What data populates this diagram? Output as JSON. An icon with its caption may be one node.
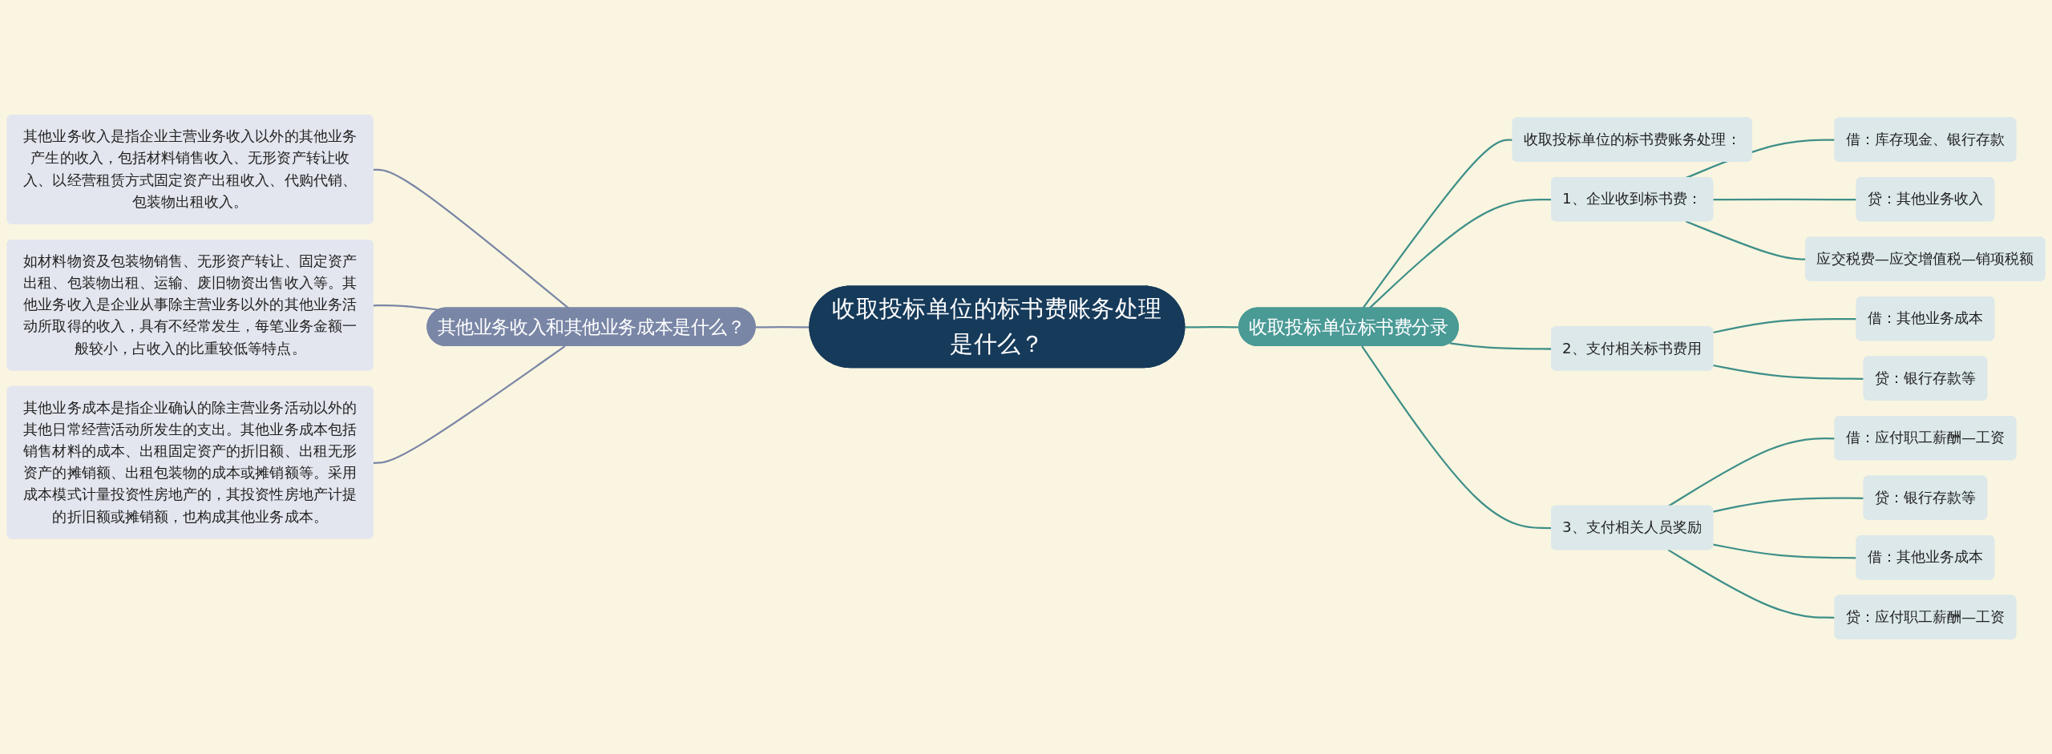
{
  "diagram": {
    "nodes": [
      {
        "text": [
          "收取投标单位的标书费账务处理是什么？"
        ]
      },
      {
        "text": [
          "其他业务收入和其他业务成本是什么？"
        ]
      },
      {
        "text": [
          "其他业务收入是指企业主营业务收入以外的其他业务产生的收入，包括材料销售收入、无形资产转让收入、以经营租赁方式固定资产出租收入、代购代销、包装物出租收入。"
        ]
      },
      {
        "text": [
          "如材料物资及包装物销售、无形资产转让、固定资产出租、包装物出租、运输、废旧物资出售收入等。其他业务收入是企业从事除主营业务以外的其他业务活动所取得的收入，具有不经常发生，每笔业务金额一般较小，占收入的比重较低等特点。"
        ]
      },
      {
        "text": [
          "其他业务成本是指企业确认的除主营业务活动以外的其他日常经营活动所发生的支出。其他业务成本包括销售材料的成本、出租固定资产的折旧额、出租无形资产的摊销额、出租包装物的成本或摊销额等。采用成本模式计量投资性房地产的，其投资性房地产计提的折旧额或摊销额，也构成其他业务成本。"
        ]
      },
      {
        "text": [
          "收取投标单位标书费分录"
        ]
      },
      {
        "text": [
          "收取投标单位的标书费账务处理："
        ]
      },
      {
        "text": [
          "1、企业收到标书费："
        ]
      },
      {
        "text": [
          "借：库存现金、银行存款"
        ]
      },
      {
        "text": [
          "贷：其他业务收入"
        ]
      },
      {
        "text": [
          "应交税费—应交增值税—销项税额"
        ]
      },
      {
        "text": [
          "2、支付相关标书费用"
        ]
      },
      {
        "text": [
          "借：其他业务成本"
        ]
      },
      {
        "text": [
          "贷：银行存款等"
        ]
      },
      {
        "text": [
          "3、支付相关人员奖励"
        ]
      },
      {
        "text": [
          "借：应付职工薪酬—工资"
        ]
      },
      {
        "text": [
          "贷：银行存款等"
        ]
      },
      {
        "text": [
          "借：其他业务成本"
        ]
      },
      {
        "text": [
          "贷：应付职工薪酬—工资"
        ]
      }
    ],
    "edges": [
      {
        "from": 1,
        "to": 0,
        "arrow": "none",
        "color": "#7a86a6"
      },
      {
        "from": 2,
        "to": 1,
        "arrow": "none",
        "color": "#7a86a6"
      },
      {
        "from": 3,
        "to": 1,
        "arrow": "none",
        "color": "#7a86a6"
      },
      {
        "from": 4,
        "to": 1,
        "arrow": "none",
        "color": "#7a86a6"
      },
      {
        "from": 0,
        "to": 5,
        "arrow": "none"
      },
      {
        "from": 5,
        "to": 6,
        "arrow": "none"
      },
      {
        "from": 5,
        "to": 7,
        "arrow": "none"
      },
      {
        "from": 7,
        "to": 8,
        "arrow": "none"
      },
      {
        "from": 7,
        "to": 9,
        "arrow": "none"
      },
      {
        "from": 7,
        "to": 10,
        "arrow": "none"
      },
      {
        "from": 5,
        "to": 11,
        "arrow": "none"
      },
      {
        "from": 11,
        "to": 12,
        "arrow": "none"
      },
      {
        "from": 11,
        "to": 13,
        "arrow": "none"
      },
      {
        "from": 5,
        "to": 14,
        "arrow": "none"
      },
      {
        "from": 14,
        "to": 15,
        "arrow": "none"
      },
      {
        "from": 14,
        "to": 16,
        "arrow": "none"
      },
      {
        "from": 14,
        "to": 17,
        "arrow": "none"
      },
      {
        "from": 14,
        "to": 18,
        "arrow": "none"
      }
    ]
  }
}
